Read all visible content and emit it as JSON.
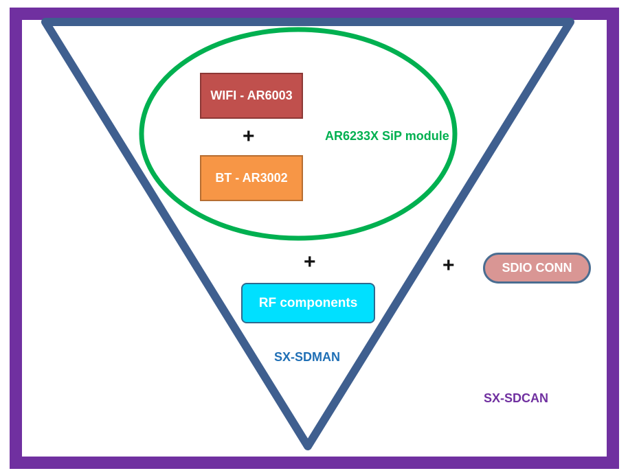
{
  "colors": {
    "frame": "#7030a0",
    "triangle": "#3f5f8f",
    "ellipse": "#00b050",
    "wifi_fill": "#c0504d",
    "bt_fill": "#f79646",
    "rf_fill": "#00e0ff",
    "sdio_fill": "#d99694",
    "sip_text": "#00b050",
    "sdman_text": "#1f6fb5",
    "sdcan_text": "#7030a0"
  },
  "nodes": {
    "wifi": "WIFI - AR6003",
    "bt": "BT - AR3002",
    "rf": "RF components",
    "sdio": "SDIO CONN"
  },
  "operators": {
    "plus1": "+",
    "plus2": "+",
    "plus3": "+"
  },
  "labels": {
    "sip_module": "AR6233X SiP module",
    "sx_sdman": "SX-SDMAN",
    "sx_sdcan": "SX-SDCAN"
  }
}
